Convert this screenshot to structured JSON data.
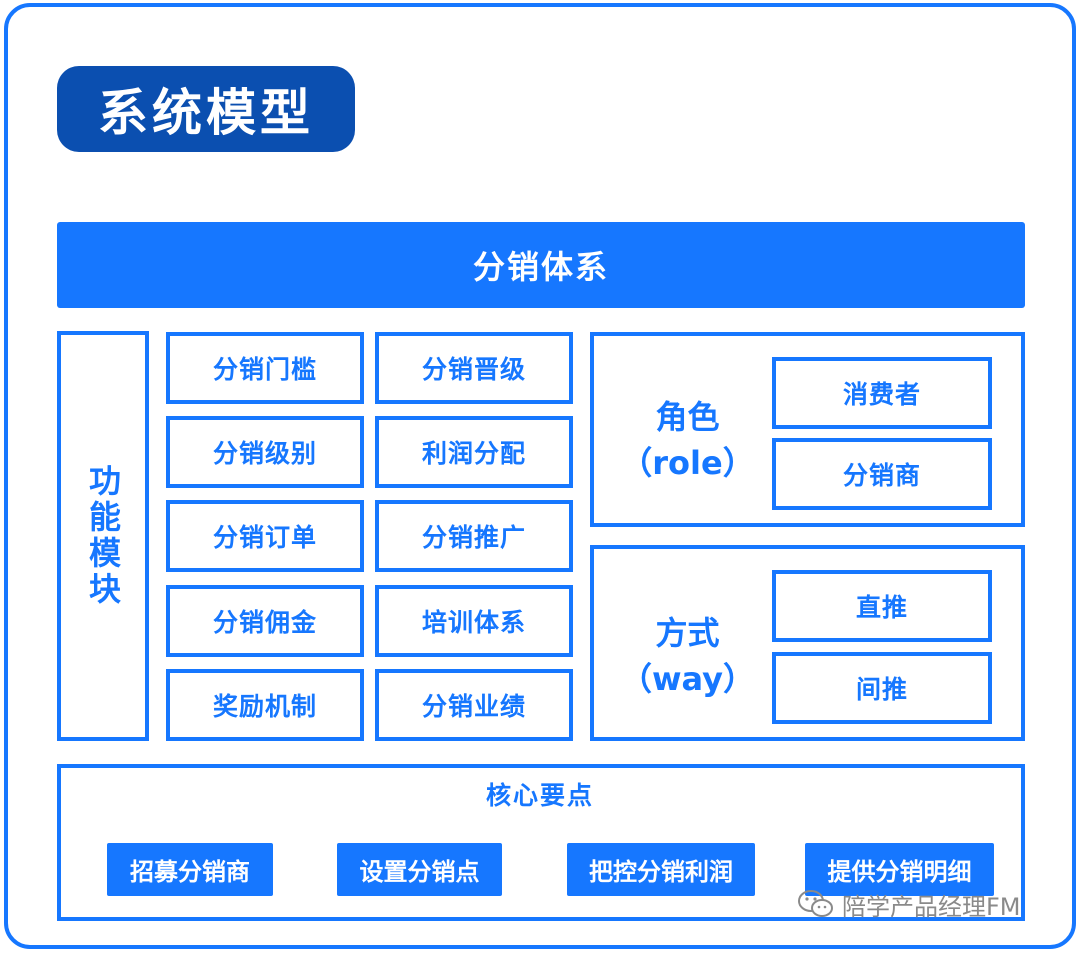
{
  "title": "系统模型",
  "system": "分销体系",
  "module": {
    "label": "功能模块"
  },
  "features": [
    [
      "分销门槛",
      "分销晋级"
    ],
    [
      "分销级别",
      "利润分配"
    ],
    [
      "分销订单",
      "分销推广"
    ],
    [
      "分销佣金",
      "培训体系"
    ],
    [
      "奖励机制",
      "分销业绩"
    ]
  ],
  "role": {
    "title": "角色",
    "subtitle": "（role）",
    "items": [
      "消费者",
      "分销商"
    ]
  },
  "way": {
    "title": "方式",
    "subtitle": "（way）",
    "items": [
      "直推",
      "间推"
    ]
  },
  "core": {
    "title": "核心要点",
    "items": [
      "招募分销商",
      "设置分销点",
      "把控分销利润",
      "提供分销明细"
    ]
  },
  "watermark": "陪学产品经理FM",
  "colors": {
    "accent": "#1677ff",
    "title_bg": "#0b4fb0"
  }
}
